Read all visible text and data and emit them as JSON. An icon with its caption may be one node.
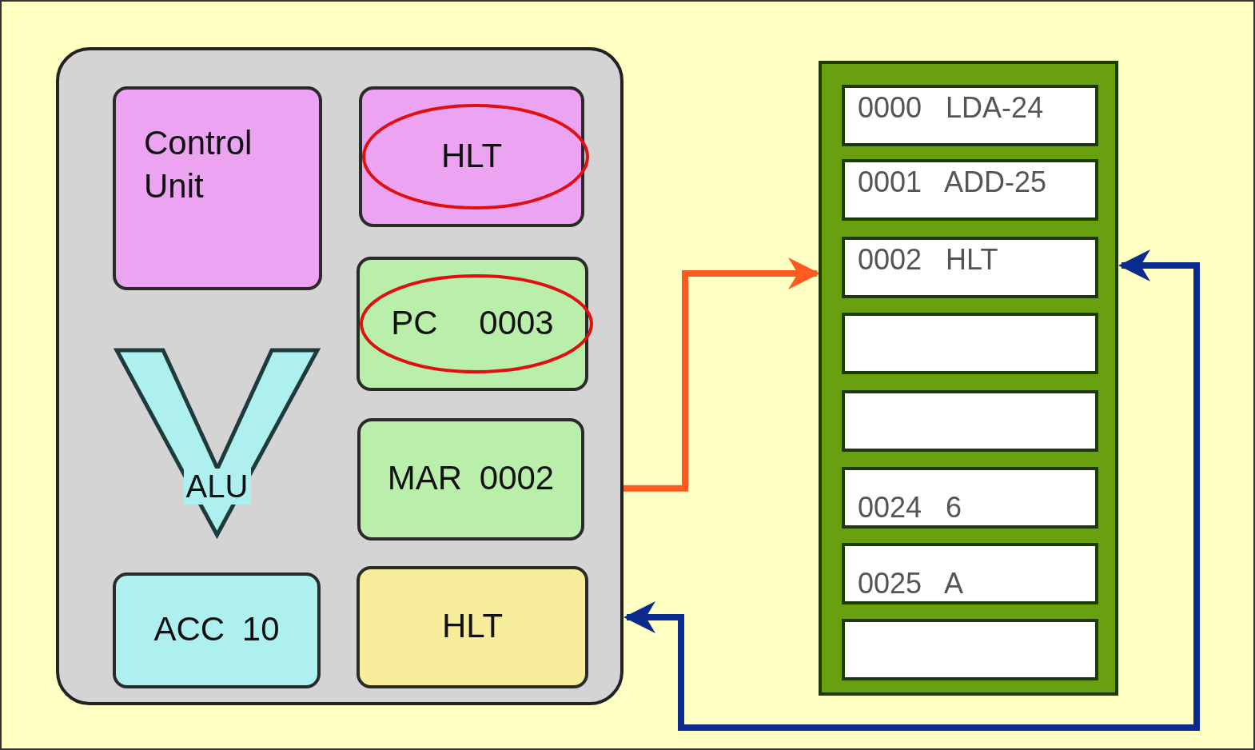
{
  "diagram": {
    "nodes": [
      {
        "text": [],
        "shape": "box"
      },
      {
        "text": [
          "Control Unit"
        ],
        "in": 0
      },
      {
        "text": [
          "HLT"
        ],
        "in": 0
      },
      {
        "text": [
          "PC 0003"
        ],
        "in": 0
      },
      {
        "text": [
          "ALU"
        ],
        "in": 0
      },
      {
        "text": [
          "MAR 0002"
        ],
        "in": 0
      },
      {
        "text": [
          "ACC 10"
        ],
        "in": 0
      },
      {
        "text": [
          "HLT"
        ],
        "in": 0
      },
      {
        "text": [],
        "shape": "box"
      },
      {
        "text": [
          "0000 LDA-24"
        ],
        "in": 8
      },
      {
        "text": [
          "0001 ADD-25"
        ],
        "in": 8
      },
      {
        "text": [
          "0002 HLT"
        ],
        "in": 8
      },
      {
        "text": [],
        "shape": "box",
        "in": 8
      },
      {
        "text": [],
        "shape": "box",
        "in": 8
      },
      {
        "text": [
          "0024 6"
        ],
        "in": 8
      },
      {
        "text": [
          "0025 A"
        ],
        "in": 8
      },
      {
        "text": [],
        "shape": "box",
        "in": 8
      }
    ],
    "edges": [
      {
        "from": 5,
        "to": 8,
        "arrow": "to",
        "color": "#ff5a1f"
      },
      {
        "from": 8,
        "to": 0,
        "arrow": "both",
        "color": "#0a2a8c"
      }
    ]
  }
}
